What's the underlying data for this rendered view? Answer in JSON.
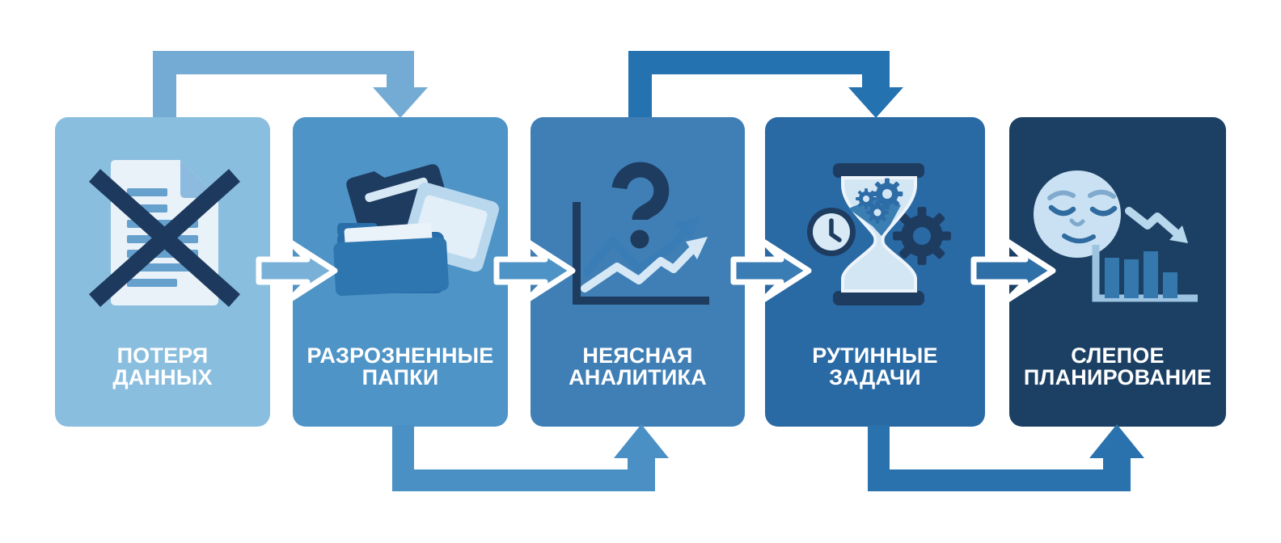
{
  "diagram": {
    "background": "#ffffff",
    "direction": "left-to-right",
    "cards": [
      {
        "id": "data-loss",
        "step": 1,
        "label_line1": "ПОТЕРЯ",
        "label_line2": "ДАННЫХ",
        "icon": "crossed-out-document-icon",
        "color": "#8abede"
      },
      {
        "id": "scattered-folders",
        "step": 2,
        "label_line1": "РАЗРОЗНЕННЫЕ",
        "label_line2": "ПАПКИ",
        "icon": "scattered-folders-icon",
        "color": "#4f94c7"
      },
      {
        "id": "unclear-analytics",
        "step": 3,
        "label_line1": "НЕЯСНАЯ",
        "label_line2": "АНАЛИТИКА",
        "icon": "question-mark-chart-icon",
        "color": "#3f7fb6"
      },
      {
        "id": "routine-tasks",
        "step": 4,
        "label_line1": "РУТИННЫЕ",
        "label_line2": "ЗАДАЧИ",
        "icon": "hourglass-gears-clock-icon",
        "color": "#2969a4"
      },
      {
        "id": "blind-planning",
        "step": 5,
        "label_line1": "СЛЕПОЕ",
        "label_line2": "ПЛАНИРОВАНИЕ",
        "icon": "sleeping-face-declining-chart-icon",
        "color": "#1c4064"
      }
    ],
    "arrows": [
      {
        "from": "data-loss",
        "to": "scattered-folders",
        "route": "top-loop",
        "color": "#74abd5"
      },
      {
        "from": "unclear-analytics",
        "to": "routine-tasks",
        "route": "top-loop",
        "color": "#2472af"
      },
      {
        "from": "scattered-folders",
        "to": "unclear-analytics",
        "route": "bottom-loop",
        "color": "#4a90c5"
      },
      {
        "from": "routine-tasks",
        "to": "blind-planning",
        "route": "bottom-loop",
        "color": "#2a72ad"
      },
      {
        "from": "data-loss",
        "to": "scattered-folders",
        "route": "direct",
        "color": "#79b0d8"
      },
      {
        "from": "scattered-folders",
        "to": "unclear-analytics",
        "route": "direct",
        "color": "#4d93c6"
      },
      {
        "from": "unclear-analytics",
        "to": "routine-tasks",
        "route": "direct",
        "color": "#3a7cb4"
      },
      {
        "from": "routine-tasks",
        "to": "blind-planning",
        "route": "direct",
        "color": "#2e6fa8"
      }
    ],
    "icon_palette": {
      "dark_navy": "#1e3c60",
      "medium_blue": "#2d6ca6",
      "light_blue": "#d3e6f4",
      "soft_blue": "#66a0cd",
      "pale_face": "#c9e1f2",
      "label_text": "#ffffff"
    }
  }
}
